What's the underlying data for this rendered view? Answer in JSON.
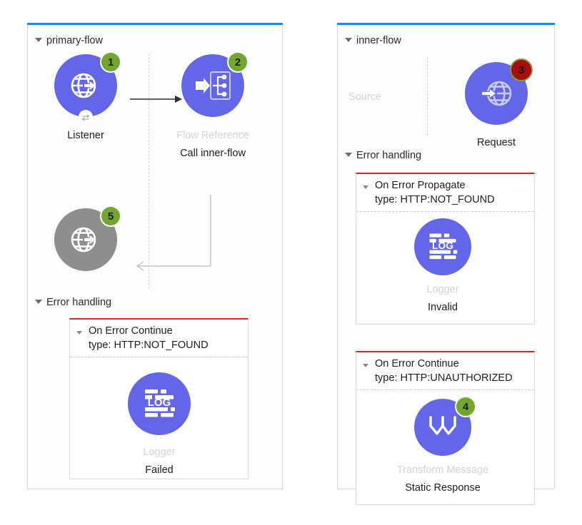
{
  "theme": {
    "node_blue": "#6366e8",
    "node_grey": "#8e8e8e",
    "badge_green": "#72a72e",
    "badge_red": "#a70f0f",
    "panel_top_blue": "#1a8cf0",
    "error_rule_red": "#e32227",
    "label_dim": "#d3d3d3",
    "label_dark": "#1e1e1e"
  },
  "flows": [
    {
      "name": "primary-flow",
      "source_placeholder": "",
      "nodes": [
        {
          "icon": "http-listener-icon",
          "badge": "1",
          "badge_kind": "green",
          "type_label": "",
          "name_label": "Listener",
          "sub_icon": "exchange-icon",
          "sub_icon_glyph": "⇄"
        },
        {
          "icon": "flow-reference-icon",
          "badge": "2",
          "badge_kind": "green",
          "type_label": "Flow Reference",
          "name_label": "Call inner-flow"
        },
        {
          "icon": "http-listener-response-icon",
          "badge": "5",
          "badge_kind": "green",
          "type_label": "",
          "name_label": ""
        }
      ],
      "error_handling": {
        "title": "Error handling",
        "scopes": [
          {
            "title": "On Error Continue",
            "type_line": "type: HTTP:NOT_FOUND",
            "node": {
              "icon": "logger-icon",
              "icon_text": "LOG",
              "type_label": "Logger",
              "name_label": "Failed"
            }
          }
        ]
      }
    },
    {
      "name": "inner-flow",
      "source_placeholder": "Source",
      "nodes": [
        {
          "icon": "http-request-icon",
          "badge": "3",
          "badge_kind": "red",
          "type_label": "",
          "name_label": "Request"
        }
      ],
      "error_handling": {
        "title": "Error handling",
        "scopes": [
          {
            "title": "On Error Propagate",
            "type_line": "type: HTTP:NOT_FOUND",
            "node": {
              "icon": "logger-icon",
              "icon_text": "LOG",
              "type_label": "Logger",
              "name_label": "Invalid"
            }
          },
          {
            "title": "On Error Continue",
            "type_line": "type: HTTP:UNAUTHORIZED",
            "node": {
              "icon": "transform-message-icon",
              "badge": "4",
              "badge_kind": "green",
              "type_label": "Transform Message",
              "name_label": "Static Response"
            }
          }
        ]
      }
    }
  ]
}
